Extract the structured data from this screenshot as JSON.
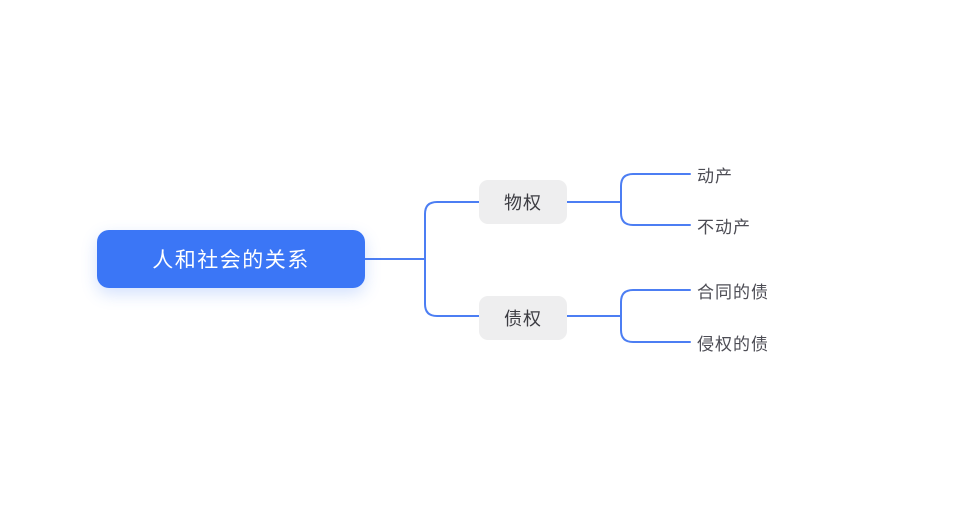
{
  "diagram": {
    "type": "mindmap",
    "orientation": "left-to-right",
    "background_color": "#ffffff",
    "connector_color": "#4c7ef3",
    "root": {
      "id": "root",
      "label": "人和社会的关系",
      "text_color": "#ffffff",
      "fill_color": "#3b76f6",
      "children": [
        {
          "id": "branch-1",
          "label": "物权",
          "text_color": "#3c3c42",
          "fill_color": "#eeeeef",
          "children": [
            {
              "id": "leaf-1",
              "label": "动产",
              "text_color": "#4c4c54"
            },
            {
              "id": "leaf-2",
              "label": "不动产",
              "text_color": "#4c4c54"
            }
          ]
        },
        {
          "id": "branch-2",
          "label": "债权",
          "text_color": "#3c3c42",
          "fill_color": "#eeeeef",
          "children": [
            {
              "id": "leaf-3",
              "label": "合同的债",
              "text_color": "#4c4c54"
            },
            {
              "id": "leaf-4",
              "label": "侵权的债",
              "text_color": "#4c4c54"
            }
          ]
        }
      ]
    }
  }
}
